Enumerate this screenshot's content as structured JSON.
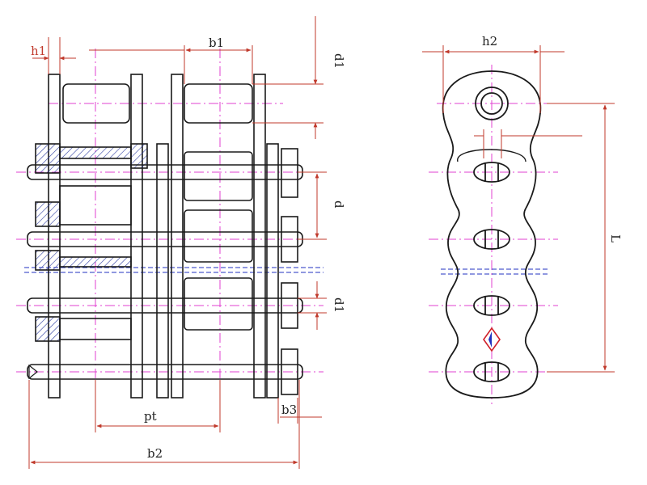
{
  "dimensions": {
    "h1": "h1",
    "b1": "b1",
    "h2": "h2",
    "d1_top": "d1",
    "d": "d",
    "d1_mid": "d1",
    "pt": "pt",
    "b2": "b2",
    "b3": "b3",
    "L": "L"
  },
  "colors": {
    "outline": "#1a1a1a",
    "dimension": "#c0392b",
    "centerline": "#e040d0",
    "hatch": "#2a3aa0",
    "marker_red": "#d0202a",
    "marker_blue": "#2030c0"
  }
}
